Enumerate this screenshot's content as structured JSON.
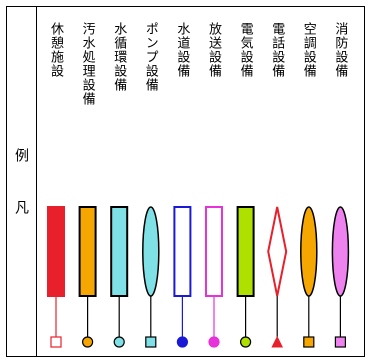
{
  "legend": {
    "header": {
      "title_top": "例",
      "title_bottom": "凡"
    },
    "rows": [
      {
        "label": "休憩施設",
        "shape": "rect",
        "color": "#e8202c",
        "stroke": "#e8202c",
        "end": "square"
      },
      {
        "label": "汚水処理設備",
        "shape": "rect",
        "color": "#f5a600",
        "stroke": "#000000",
        "end": "circle"
      },
      {
        "label": "水循環設備",
        "shape": "rect",
        "color": "#7fe0e6",
        "stroke": "#000000",
        "end": "circle"
      },
      {
        "label": "ポンプ設備",
        "shape": "ellipse",
        "color": "#7fe0e6",
        "stroke": "#000000",
        "end": "square"
      },
      {
        "label": "水道設備",
        "shape": "rect",
        "color": "#ffffff",
        "stroke": "#1a1ad6",
        "end": "circle"
      },
      {
        "label": "放送設備",
        "shape": "rect",
        "color": "#ffffff",
        "stroke": "#e632d9",
        "end": "circle"
      },
      {
        "label": "電気設備",
        "shape": "rect",
        "color": "#aee000",
        "stroke": "#000000",
        "end": "circle"
      },
      {
        "label": "電話設備",
        "shape": "diamond",
        "color": "#ffffff",
        "stroke": "#e8202c",
        "end": "triangle"
      },
      {
        "label": "空調設備",
        "shape": "ellipse",
        "color": "#f5a600",
        "stroke": "#000000",
        "end": "square"
      },
      {
        "label": "消防設備",
        "shape": "ellipse",
        "color": "#ee82ee",
        "stroke": "#000000",
        "end": "square"
      }
    ]
  }
}
